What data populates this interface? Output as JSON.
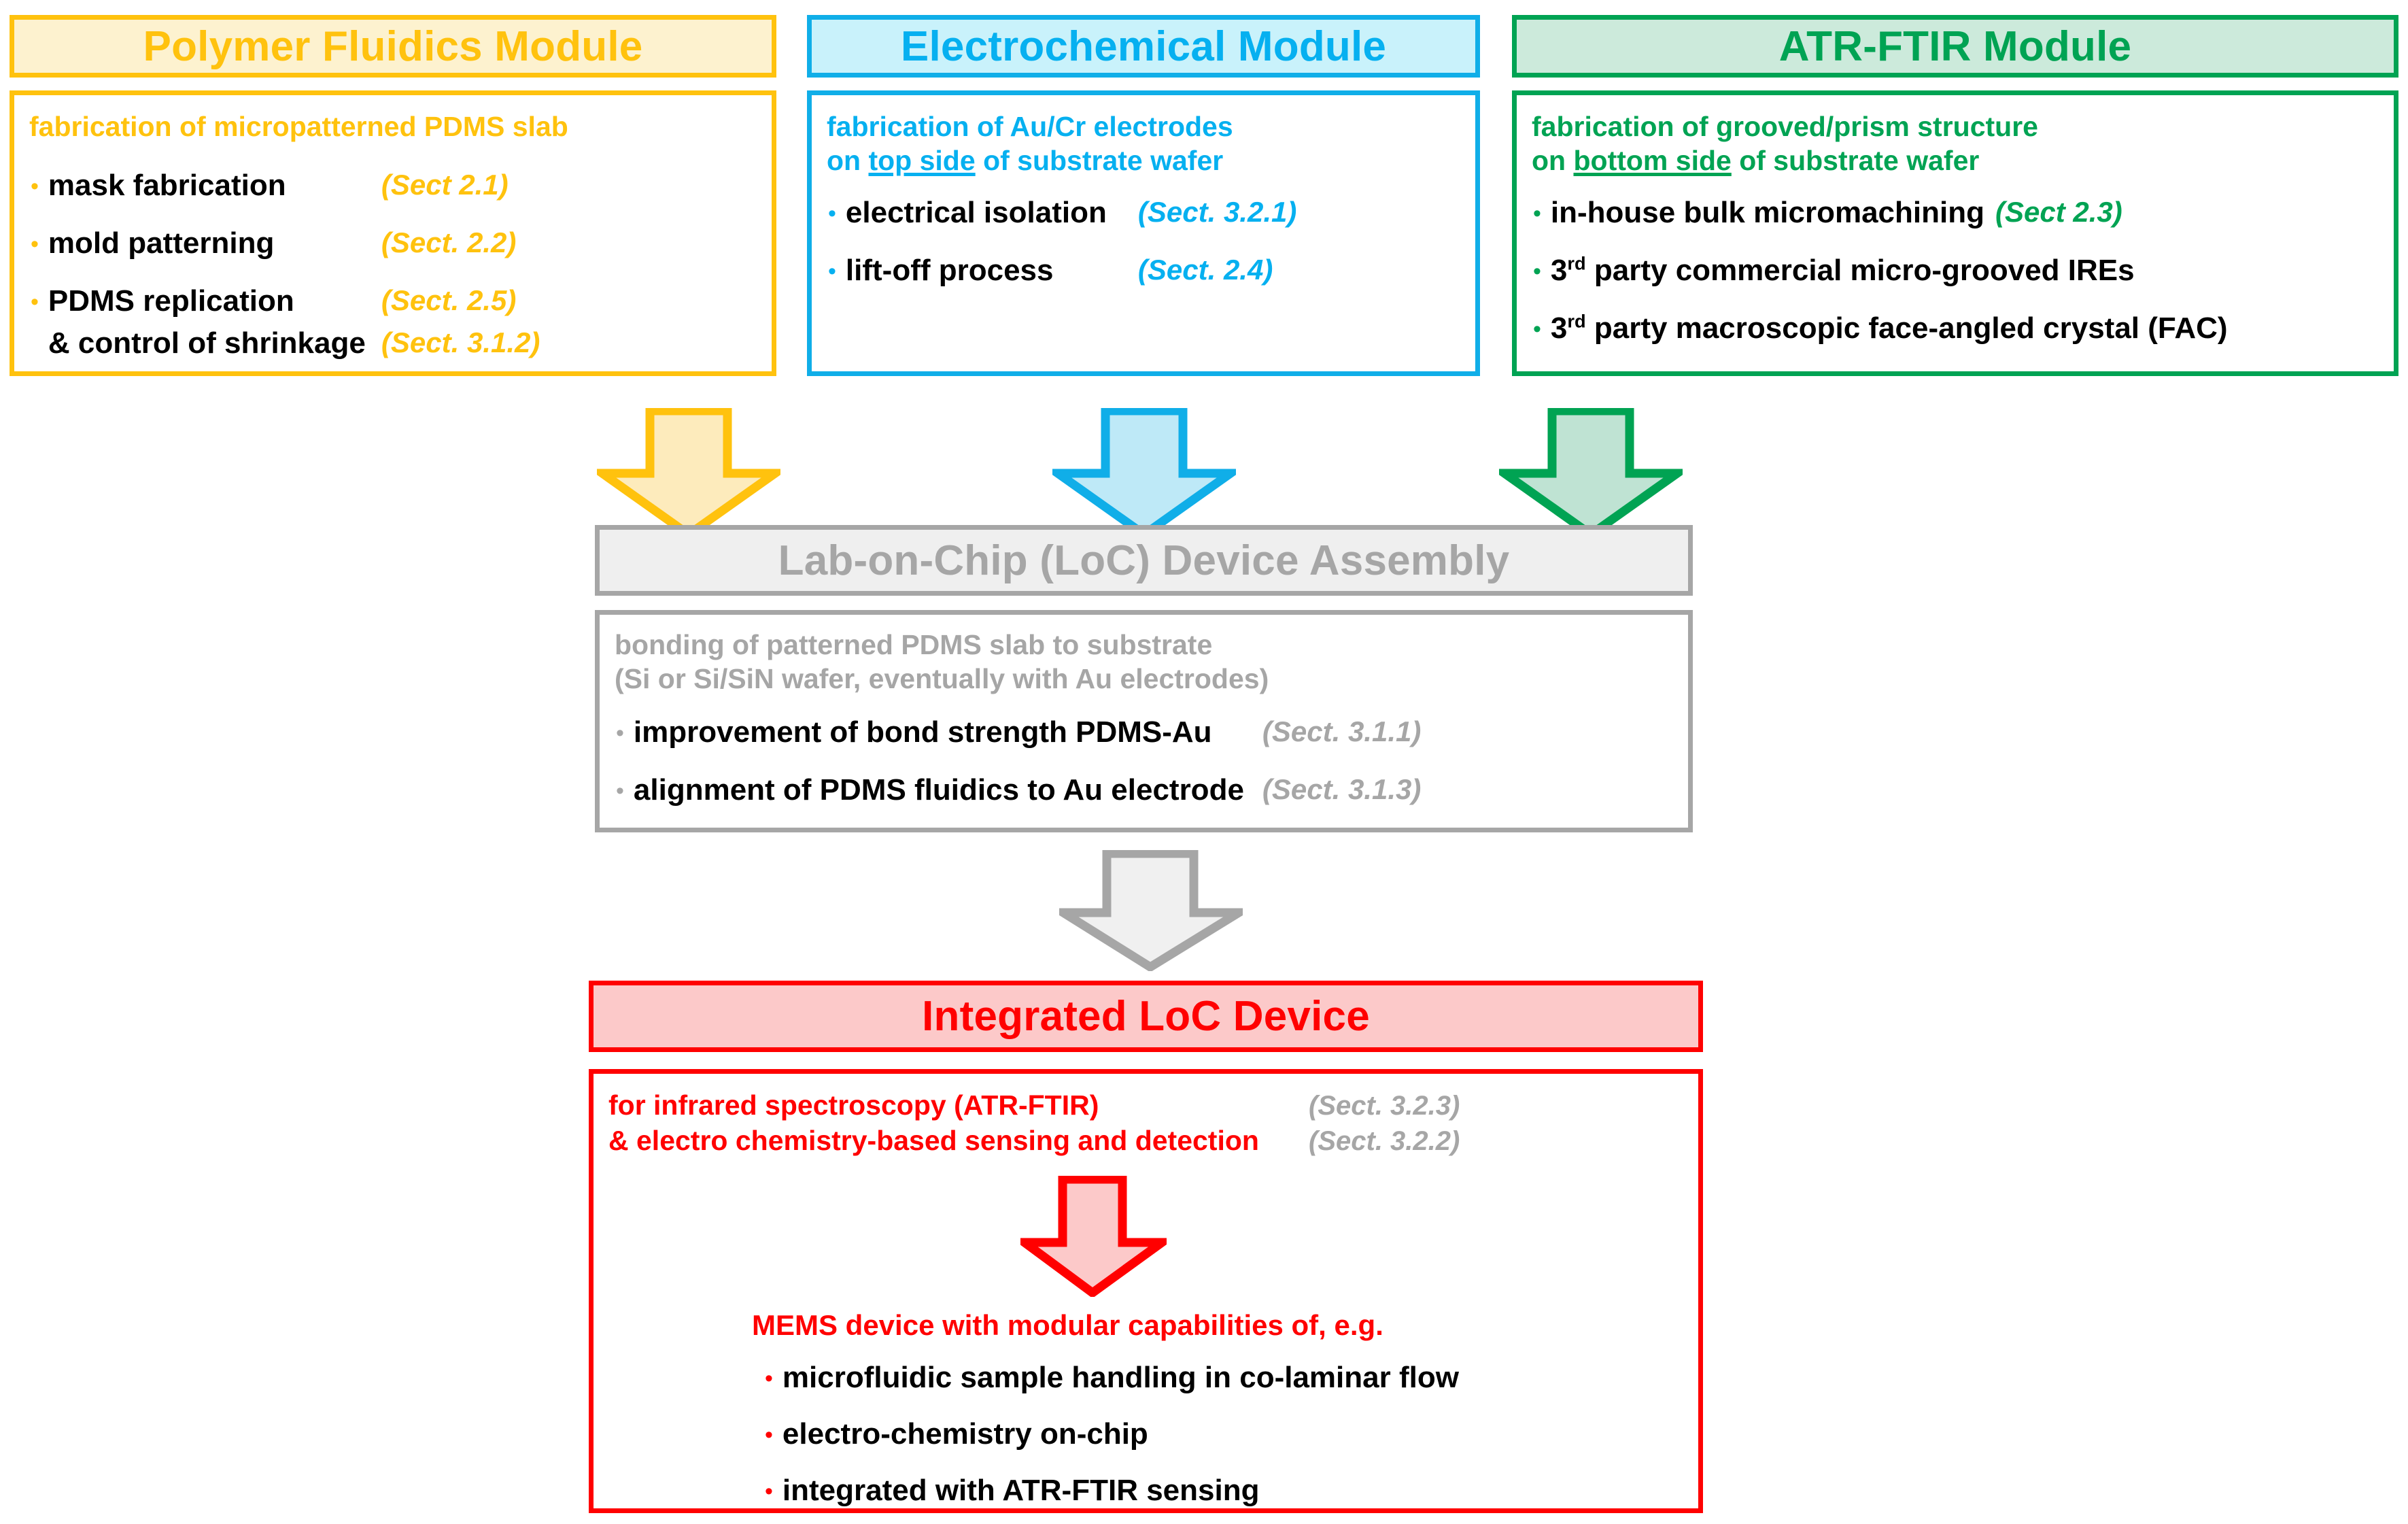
{
  "modules": [
    {
      "key": "polymer",
      "title": "Polymer Fluidics Module",
      "accent": "#FFC20E",
      "lead": [
        "fabrication of micropatterned PDMS slab"
      ],
      "items": [
        {
          "label": "mask fabrication",
          "section": "(Sect 2.1)"
        },
        {
          "label": "mold patterning",
          "section": "(Sect. 2.2)"
        },
        {
          "label": "PDMS replication",
          "section": "(Sect. 2.5)"
        },
        {
          "label": "& control of shrinkage",
          "section": "(Sect. 3.1.2)",
          "nobullet": true
        }
      ]
    },
    {
      "key": "electrochemical",
      "title": "Electrochemical Module",
      "accent": "#10AEE8",
      "lead": [
        "fabrication of Au/Cr electrodes",
        "on top side of substrate wafer"
      ],
      "lead_underline": "top side",
      "items": [
        {
          "label": "electrical isolation",
          "section": "(Sect. 3.2.1)"
        },
        {
          "label": "lift-off process",
          "section": "(Sect. 2.4)"
        }
      ]
    },
    {
      "key": "atr-ftir",
      "title": "ATR-FTIR Module",
      "accent": "#00A353",
      "lead": [
        "fabrication of grooved/prism structure",
        "on bottom side of substrate wafer"
      ],
      "lead_underline": "bottom side",
      "items": [
        {
          "label": "in-house bulk micromachining",
          "section": "(Sect 2.3)"
        },
        {
          "label_pre": "3",
          "label_sup": "rd",
          "label": " party commercial micro-grooved IREs",
          "section": ""
        },
        {
          "label_pre": "3",
          "label_sup": "rd",
          "label": " party macroscopic face-angled crystal (FAC)",
          "section": ""
        }
      ]
    }
  ],
  "assembly": {
    "title": "Lab-on-Chip (LoC) Device Assembly",
    "accent": "#A6A6A6",
    "lead": [
      "bonding of patterned PDMS slab to substrate",
      "(Si or Si/SiN wafer, eventually with Au electrodes)"
    ],
    "items": [
      {
        "label": "improvement of bond strength PDMS-Au",
        "section": "(Sect. 3.1.1)"
      },
      {
        "label": "alignment of PDMS fluidics to Au electrode",
        "section": "(Sect. 3.1.3)"
      }
    ]
  },
  "integrated": {
    "title": "Integrated LoC Device",
    "accent": "#FF0000",
    "lead": [
      {
        "text": "for infrared spectroscopy (ATR-FTIR)",
        "section": "(Sect. 3.2.3)"
      },
      {
        "text": "& electro chemistry-based sensing and detection",
        "section": "(Sect. 3.2.2)"
      }
    ],
    "outcome_title": "MEMS device with modular capabilities of, e.g.",
    "outcome_items": [
      "microfluidic sample handling in co-laminar flow",
      "electro-chemistry on-chip",
      "integrated with ATR-FTIR sensing"
    ]
  },
  "arrows": [
    {
      "name": "arrow-polymer-to-assembly",
      "color": "#FFC20E",
      "fill": "#FDEBBC"
    },
    {
      "name": "arrow-electrochemical-to-assembly",
      "color": "#10AEE8",
      "fill": "#BEE9F7"
    },
    {
      "name": "arrow-atrftir-to-assembly",
      "color": "#00A353",
      "fill": "#BFE3D3"
    },
    {
      "name": "arrow-assembly-to-integrated",
      "color": "#A6A6A6",
      "fill": "#F0F0F0"
    },
    {
      "name": "arrow-integrated-to-outcome",
      "color": "#FF0000",
      "fill": "#FCC9C9"
    }
  ]
}
